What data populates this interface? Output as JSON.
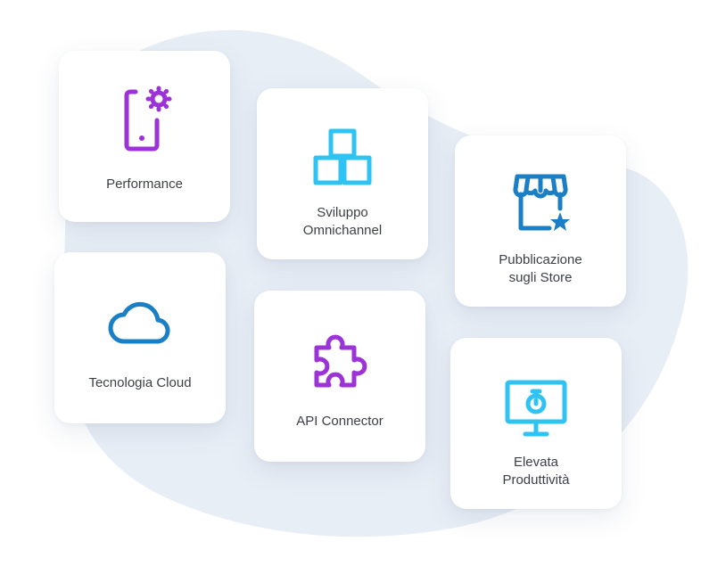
{
  "colors": {
    "purple": "#9b33d6",
    "cyan": "#2ec3f2",
    "blue": "#1a7fc4",
    "blob": "#e8eef6",
    "text": "#3c3f46"
  },
  "cards": {
    "performance": {
      "label": "Performance",
      "icon": "smartphone-gear-icon"
    },
    "omnichannel": {
      "label": "Sviluppo\nOmnichannel",
      "icon": "boxes-icon"
    },
    "store": {
      "label": "Pubblicazione\nsugli Store",
      "icon": "store-star-icon"
    },
    "cloud": {
      "label": "Tecnologia Cloud",
      "icon": "cloud-icon"
    },
    "api": {
      "label": "API Connector",
      "icon": "puzzle-piece-icon"
    },
    "productivity": {
      "label": "Elevata\nProduttività",
      "icon": "monitor-stopwatch-icon"
    }
  }
}
